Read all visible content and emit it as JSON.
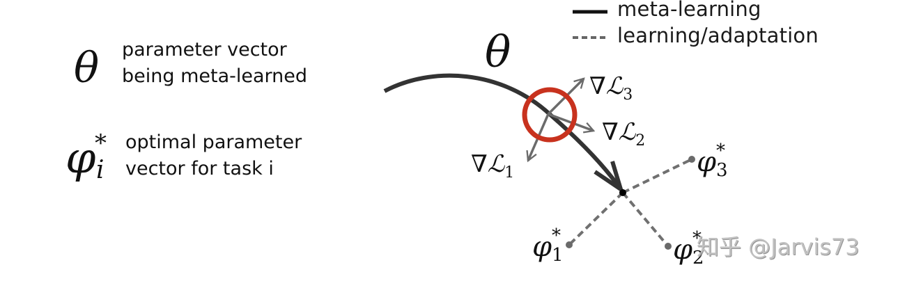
{
  "legend": {
    "items": [
      {
        "style": "solid",
        "label": "meta-learning",
        "color": "#111111"
      },
      {
        "style": "dashed",
        "label": "learning/adaptation",
        "color": "#666666"
      }
    ]
  },
  "definitions": [
    {
      "symbol": "θ",
      "line1": "parameter vector",
      "line2": "being meta-learned"
    },
    {
      "symbol": "φ",
      "superscript": "*",
      "subscript": "i",
      "line1": "optimal parameter",
      "line2": "vector for task i"
    }
  ],
  "diagram": {
    "theta_label": "θ",
    "gradients": [
      {
        "nabla": "∇",
        "L": "ℒ",
        "index": "1"
      },
      {
        "nabla": "∇",
        "L": "ℒ",
        "index": "2"
      },
      {
        "nabla": "∇",
        "L": "ℒ",
        "index": "3"
      }
    ],
    "task_optima": [
      {
        "symbol": "φ",
        "superscript": "*",
        "index": "1"
      },
      {
        "symbol": "φ",
        "superscript": "*",
        "index": "2"
      },
      {
        "symbol": "φ",
        "superscript": "*",
        "index": "3"
      }
    ],
    "colors": {
      "meta_path": "#333333",
      "gradient_arrows": "#6b6b6b",
      "adaptation_lines": "#707070",
      "highlight_circle": "#c8321e",
      "endpoint": "#000000"
    }
  },
  "watermark": {
    "text": "知乎 @Jarvis73"
  }
}
